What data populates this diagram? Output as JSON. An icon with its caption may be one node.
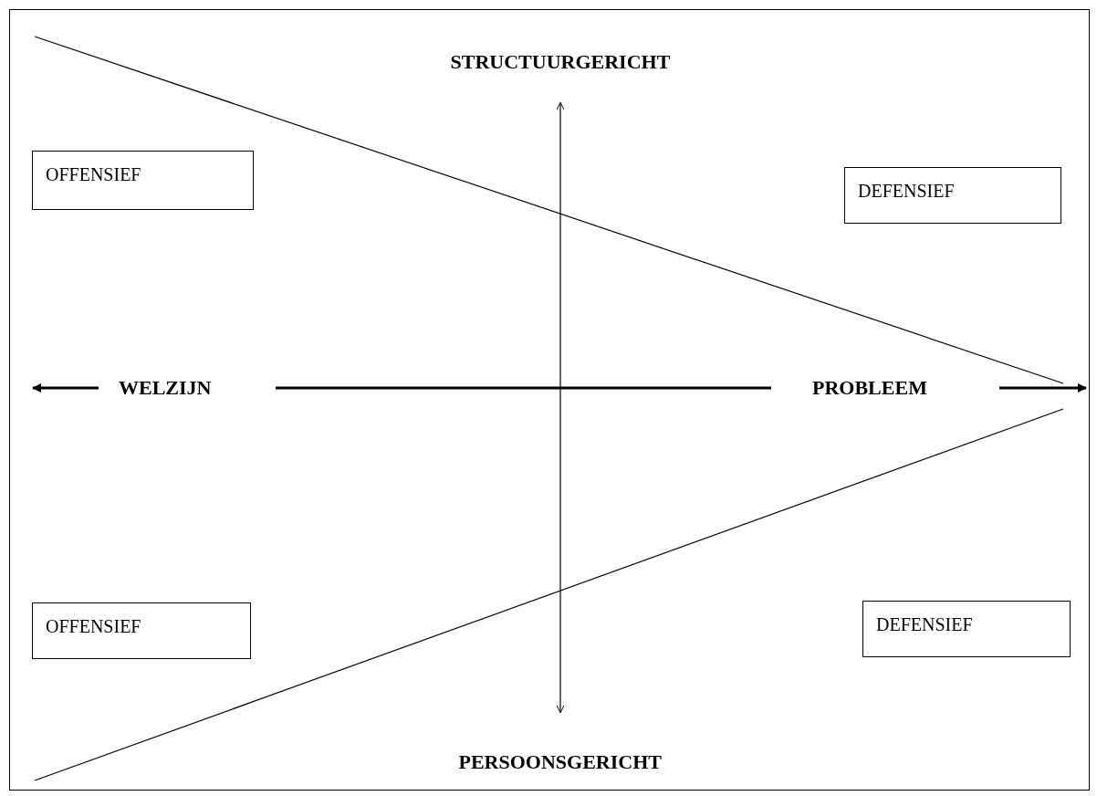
{
  "diagram": {
    "nodes": [
      {
        "text": [
          "OFFENSIEF"
        ]
      },
      {
        "text": [
          "DEFENSIEF"
        ]
      },
      {
        "text": [
          "OFFENSIEF"
        ]
      },
      {
        "text": [
          "DEFENSIEF"
        ]
      }
    ],
    "labels": [
      "STRUCTUURGERICHT",
      "WELZIJN",
      "PROBLEEM",
      "PERSOONSGERICHT"
    ]
  }
}
